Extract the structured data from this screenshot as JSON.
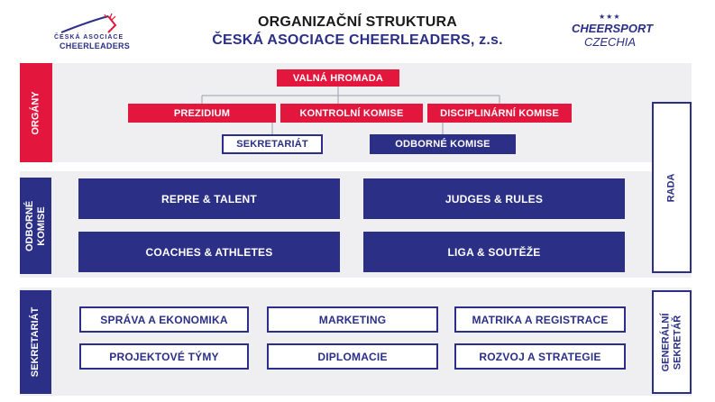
{
  "header": {
    "title_line1": "ORGANIZAČNÍ STRUKTURA",
    "title_line2": "ČESKÁ ASOCIACE CHEERLEADERS, z.s."
  },
  "logos": {
    "left_caption": "ČESKÁ ASOCIACE",
    "left_main": "CHEERLEADERS",
    "right_stars": "★★★",
    "right_line1": "CHEERSPORT",
    "right_line2": "CZECHIA"
  },
  "sections": {
    "organy_label": "ORGÁNY",
    "komise_label": "ODBORNÉ KOMISE",
    "sekretariat_label": "SEKRETARIÁT",
    "rada_label": "RADA",
    "generalni_label": "GENERÁLNÍ SEKRETÁŘ"
  },
  "organy": {
    "valna_hromada": "VALNÁ HROMADA",
    "prezidium": "PREZIDIUM",
    "kontrolni_komise": "KONTROLNÍ KOMISE",
    "disciplinarni_komise": "DISCIPLINÁRNÍ KOMISE",
    "sekretariat": "SEKRETARIÁT",
    "odborne_komise": "ODBORNÉ KOMISE"
  },
  "komise": {
    "repre": "REPRE & TALENT",
    "judges": "JUDGES & RULES",
    "coaches": "COACHES & ATHLETES",
    "liga": "LIGA & SOUTĚŽE"
  },
  "sekretariat": {
    "sprava": "SPRÁVA A EKONOMIKA",
    "marketing": "MARKETING",
    "matrika": "MATRIKA A REGISTRACE",
    "projekty": "PROJEKTOVÉ TÝMY",
    "diplomacie": "DIPLOMACIE",
    "rozvoj": "ROZVOJ A STRATEGIE"
  },
  "colors": {
    "red": "#e3173e",
    "navy": "#2b2f86",
    "band": "#efeff1"
  }
}
